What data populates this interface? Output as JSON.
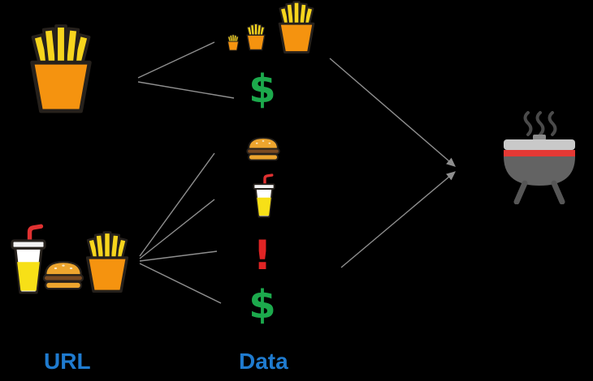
{
  "labels": {
    "url": "URL",
    "data": "Data"
  },
  "symbols": {
    "dollar_top": "$",
    "burger": "burger-icon",
    "drink": "drink-cup-icon",
    "exclamation": "!",
    "dollar_bottom": "$"
  },
  "icons": {
    "left_input": "fries-icon",
    "left_group": [
      "drink-cup-icon",
      "burger-icon",
      "fries-icon"
    ],
    "data_sizes": [
      "fries-icon-small",
      "fries-icon-medium",
      "fries-icon-large"
    ],
    "output": "grill-icon"
  },
  "colors": {
    "background": "#000000",
    "label_blue": "#1f7bcf",
    "dollar_green": "#1ca94c",
    "exclamation_red": "#e02424",
    "connector_gray": "#8f8f8f",
    "fries_container_orange": "#f5930f",
    "fries_yellow": "#f7d51d",
    "cup_yellow": "#f7e017",
    "straw_red": "#e03131",
    "bun_tan": "#eda52e",
    "patty_brown": "#7a4a21",
    "grill_lid_gray": "#c9c9c9",
    "grill_red": "#e53935",
    "grill_body_gray": "#636363",
    "outline_dark": "#26211c"
  }
}
